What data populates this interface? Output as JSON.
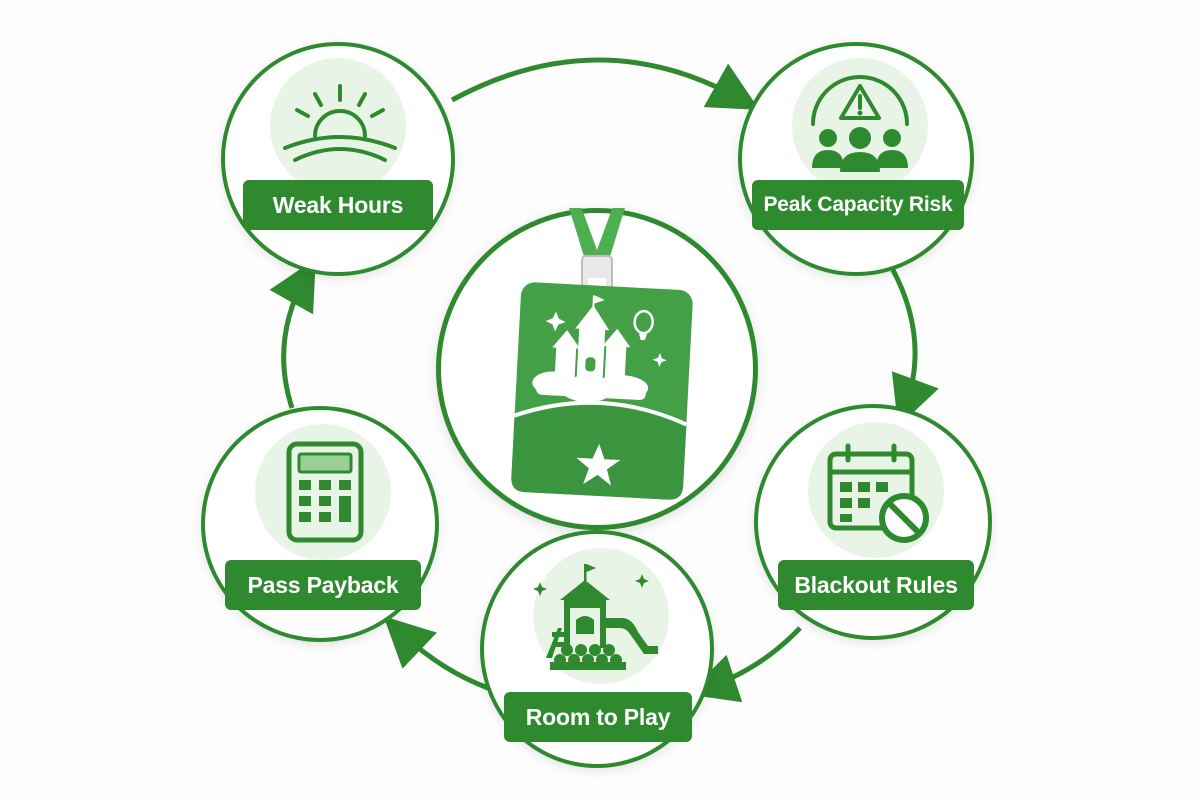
{
  "diagram": {
    "accent_color": "#2f8a2f",
    "halo_color": "#e8f5e6",
    "center": {
      "icon": "castle-badge-pass-icon"
    },
    "nodes": [
      {
        "label": "Weak Hours",
        "icon": "sunrise-icon"
      },
      {
        "label": "Peak Capacity Risk",
        "icon": "crowd-warning-icon"
      },
      {
        "label": "Blackout Rules",
        "icon": "calendar-blocked-icon"
      },
      {
        "label": "Room to Play",
        "icon": "playground-icon"
      },
      {
        "label": "Pass Payback",
        "icon": "calculator-icon"
      }
    ],
    "flow": [
      "Weak Hours",
      "Peak Capacity Risk",
      "Blackout Rules",
      "Room to Play",
      "Pass Payback",
      "Weak Hours"
    ]
  }
}
